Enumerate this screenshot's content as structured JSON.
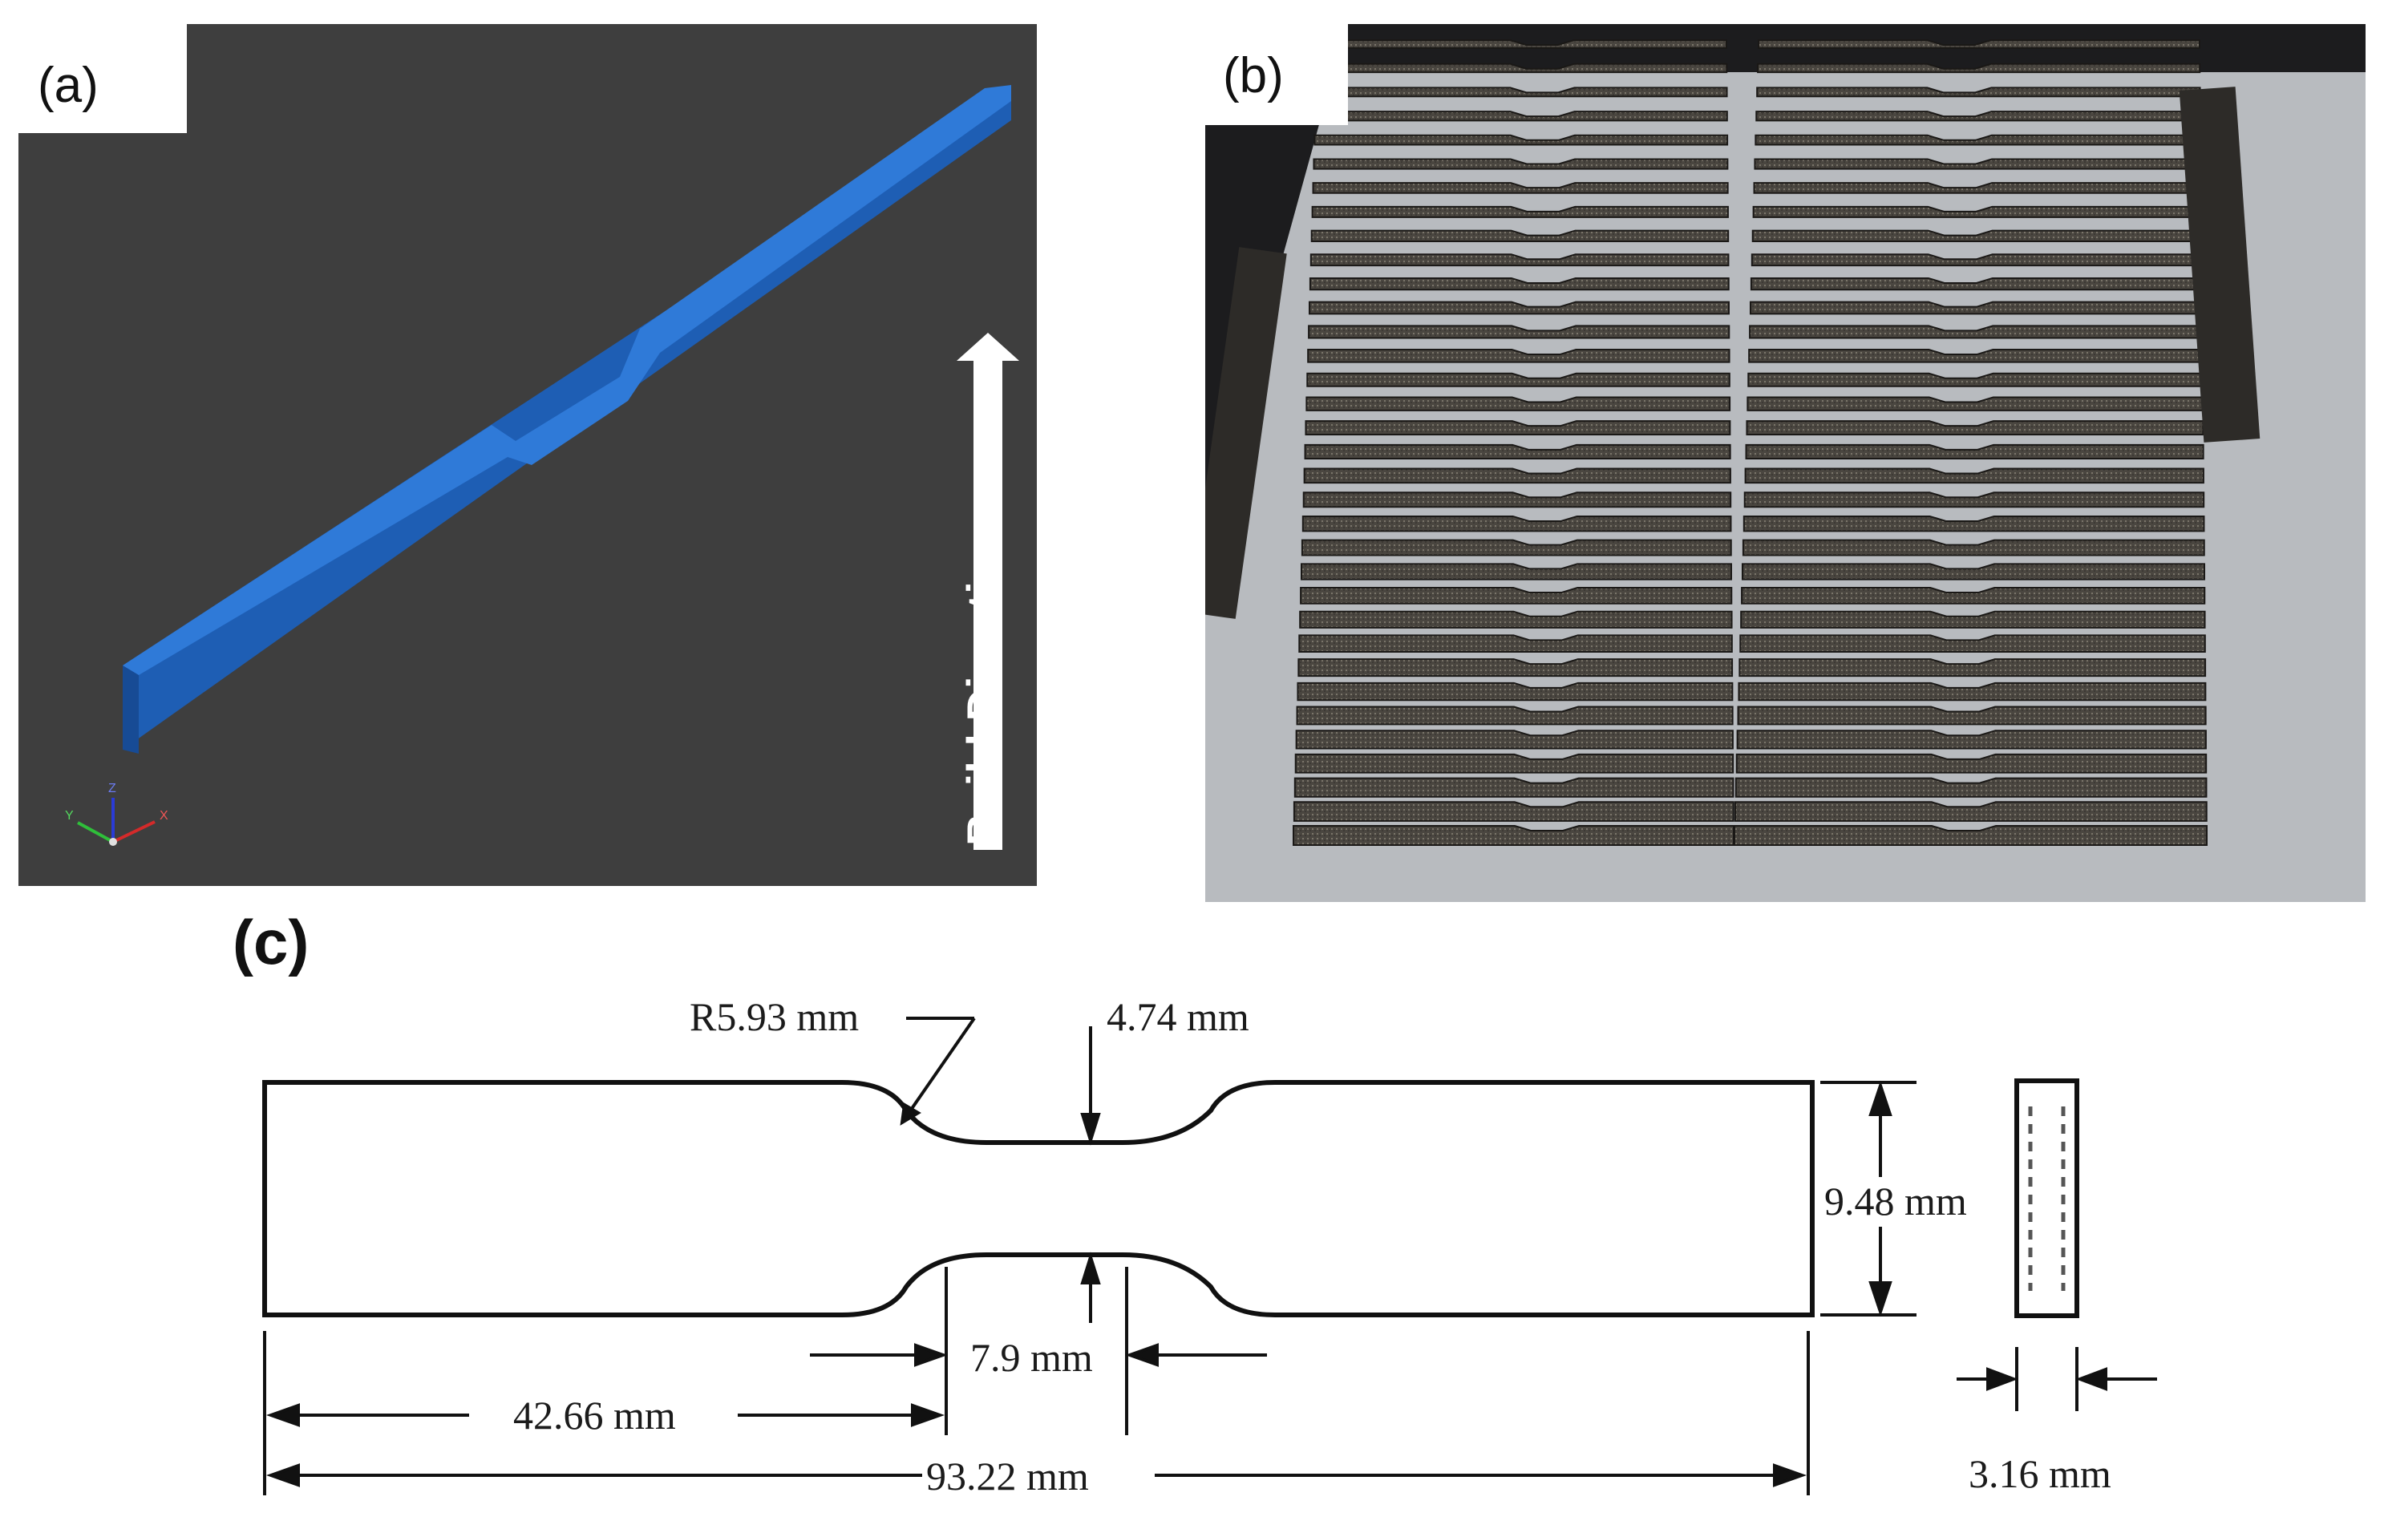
{
  "panels": {
    "a": {
      "label": "(a)",
      "build_direction": "Build Direction",
      "axes": {
        "x": "X",
        "y": "Y",
        "z": "Z"
      }
    },
    "b": {
      "label": "(b)"
    },
    "c": {
      "label": "(c)"
    }
  },
  "dimensions": {
    "fillet_radius": "R5.93 mm",
    "gauge_width": "4.74 mm",
    "grip_width": "9.48 mm",
    "gauge_length": "7.9 mm",
    "shoulder_length": "42.66 mm",
    "overall_length": "93.22 mm",
    "thickness": "3.16 mm"
  },
  "colors": {
    "specimen_top": "#2f7ad8",
    "specimen_side": "#1f5fb5",
    "cad_background": "#3e3e3e",
    "build_plate": "#b9bcc0",
    "printed_metal": "#4a4640"
  }
}
